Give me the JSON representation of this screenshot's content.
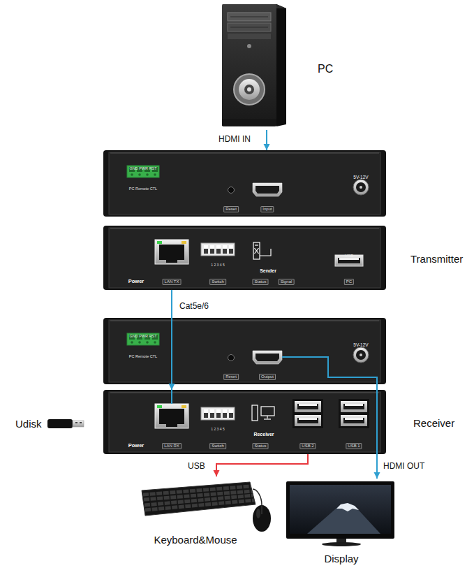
{
  "diagram": {
    "nodes": [
      {
        "text": [
          "PC"
        ]
      },
      {
        "text": [
          "GND PWR RST",
          "PC Remote CTL",
          "Reset",
          "Input",
          "5V-12V"
        ]
      },
      {
        "text": [
          "Power",
          "LAN TX",
          "Switch",
          "1 2 3 4 5",
          "Sender",
          "Status",
          "Signal",
          "USB",
          "PC"
        ]
      },
      {
        "text": [
          "GND PWR RST",
          "PC Remote CTL",
          "Reset",
          "Output",
          "5V-12V"
        ]
      },
      {
        "text": [
          "Power",
          "LAN RX",
          "Switch",
          "1 2 3 4 5",
          "Receiver",
          "Status",
          "USB 2",
          "USB 1"
        ]
      },
      {
        "text": [
          "Keyboard&Mouse"
        ]
      },
      {
        "text": [
          "Display"
        ]
      }
    ],
    "edges": [
      {
        "from": 0,
        "to": 1,
        "label": "HDMI IN",
        "arrow": "to"
      },
      {
        "from": 2,
        "to": 4,
        "label": "Cat5e/6",
        "arrow": "to"
      },
      {
        "from": 4,
        "to": 5,
        "label": "USB",
        "arrow": "to"
      },
      {
        "from": 3,
        "to": 6,
        "label": "HDMI OUT",
        "arrow": "to"
      }
    ],
    "labels": [
      "Transmitter",
      "Receiver",
      "Udisk"
    ]
  }
}
